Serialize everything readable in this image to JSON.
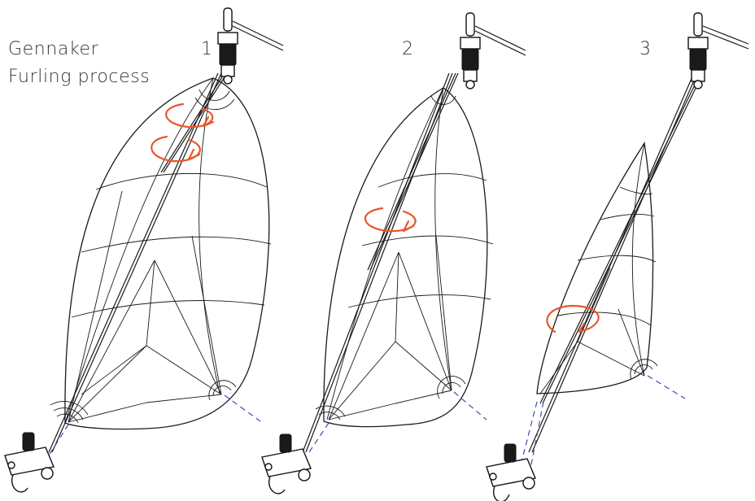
{
  "title": {
    "line1": "Gennaker",
    "line2": "Furling process"
  },
  "steps": [
    {
      "label": "1"
    },
    {
      "label": "2"
    },
    {
      "label": "3"
    }
  ],
  "colors": {
    "arrow": "#e8572a",
    "dashed_sheet": "#3b4bb0",
    "line": "#1a1a1a"
  },
  "icons": [
    "furling-arrow-icon",
    "top-swivel-icon",
    "bottom-furler-drum-icon"
  ]
}
